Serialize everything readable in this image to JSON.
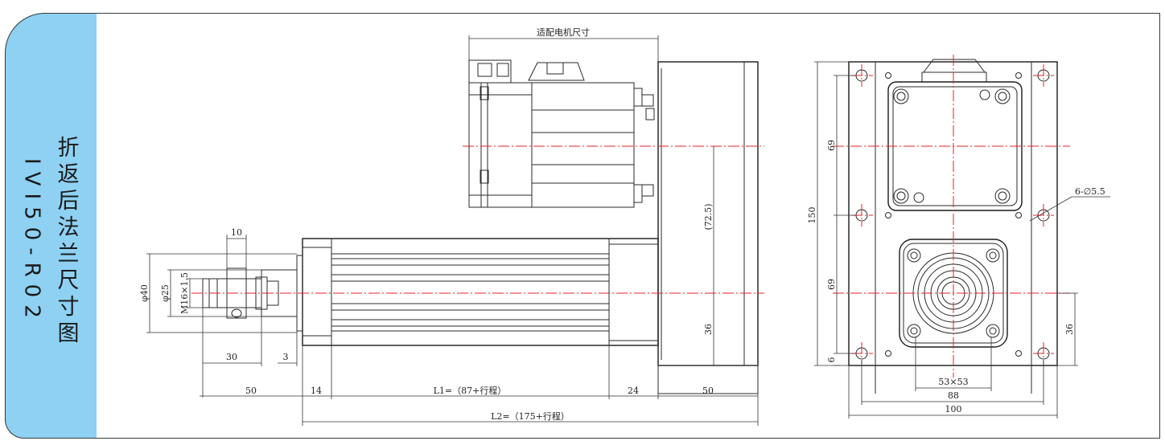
{
  "sidebar": {
    "title": "折返后法兰尺寸图",
    "model": "IVI50-R02",
    "color": "#8ed1f3"
  },
  "drawing": {
    "motor_label": "适配电机尺寸",
    "dims": {
      "d10": "10",
      "d30": "30",
      "d3": "3",
      "d50_left": "50",
      "d14": "14",
      "l1": "L1=（87+行程）",
      "d24": "24",
      "d50_right": "50",
      "l2": "L2=（175+行程）",
      "d72_5": "(72.5)",
      "d36_side": "36",
      "phi40": "φ40",
      "phi25": "φ25",
      "m16": "M16×1.5",
      "d69_top": "69",
      "d150": "150",
      "d69_bottom": "69",
      "d6": "6",
      "holes": "6-∅5.5",
      "square": "53×53",
      "d88": "88",
      "d100": "100",
      "d36_front": "36"
    },
    "centerline_color": "#e8202a"
  }
}
